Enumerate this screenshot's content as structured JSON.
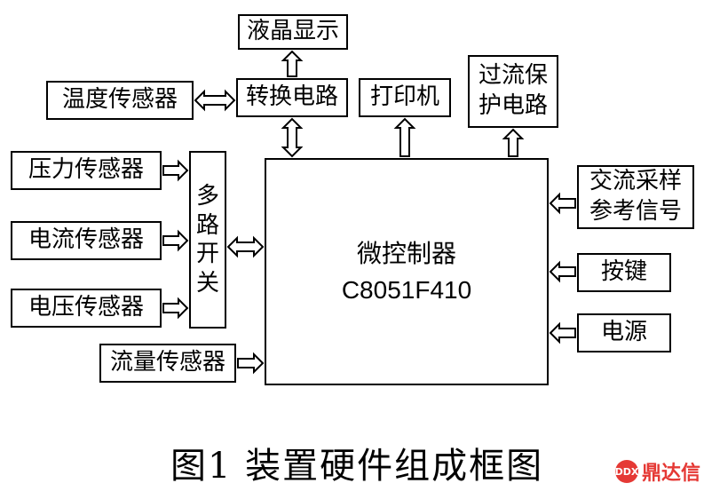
{
  "blocks": {
    "lcd": "液晶显示",
    "temp_sensor": "温度传感器",
    "converter": "转换电路",
    "printer": "打印机",
    "overcurrent_line1": "过流保",
    "overcurrent_line2": "护电路",
    "pressure_sensor": "压力传感器",
    "current_sensor": "电流传感器",
    "voltage_sensor": "电压传感器",
    "flow_sensor": "流量传感器",
    "mux": [
      "多",
      "路",
      "开",
      "关"
    ],
    "mcu_line1": "微控制器",
    "mcu_line2": "C8051F410",
    "ac_sample_line1": "交流采样",
    "ac_sample_line2": "参考信号",
    "keys": "按键",
    "power": "电源"
  },
  "caption": "图1 装置硬件组成框图",
  "watermark": "鼎达信",
  "watermark_mark": "DDX",
  "colors": {
    "line": "#000000",
    "watermark": "#e53935"
  }
}
